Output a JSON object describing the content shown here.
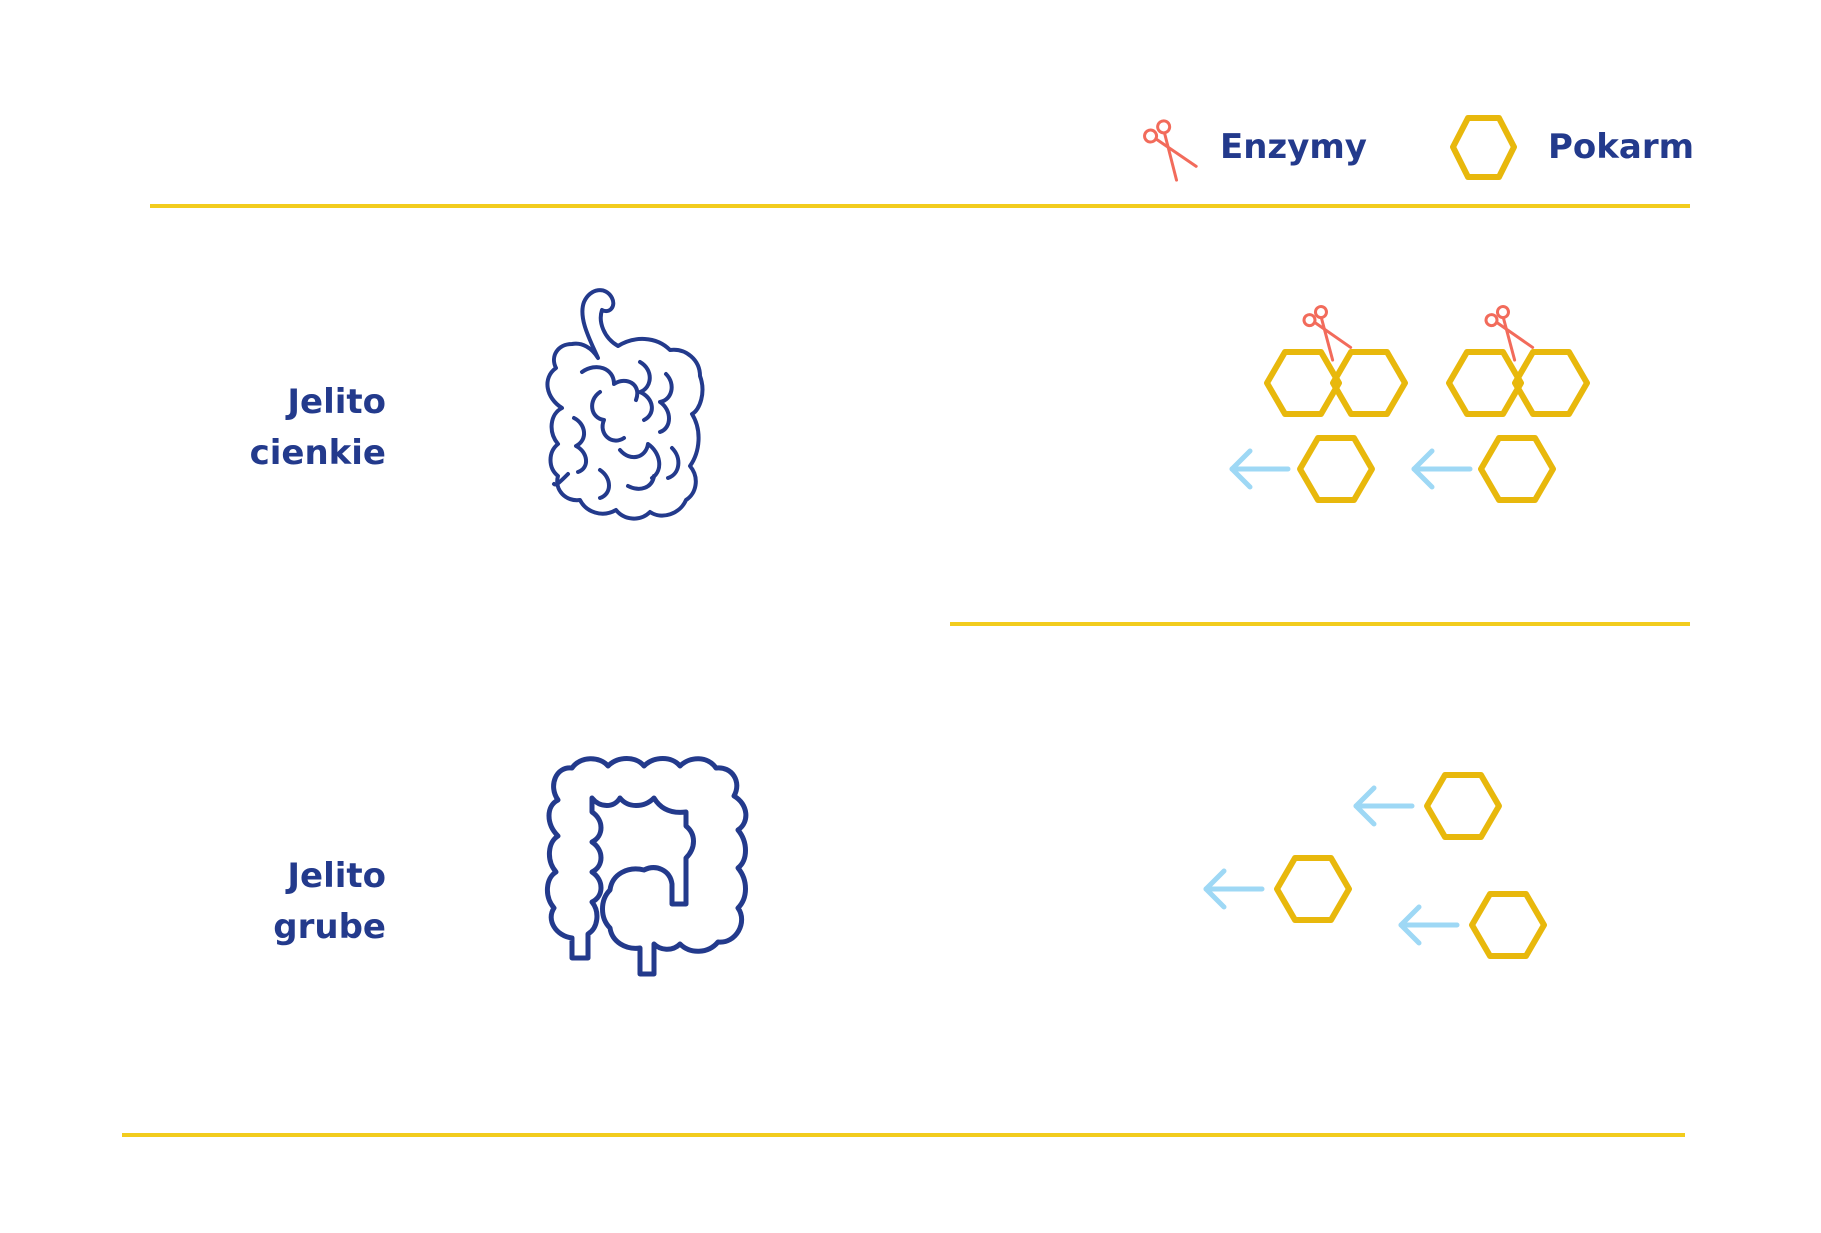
{
  "legend": {
    "enzymes_label": "Enzymy",
    "food_label": "Pokarm",
    "enzymes_icon": "scissors-icon",
    "food_icon": "hexagon-icon"
  },
  "rows": [
    {
      "label_line1": "Jelito",
      "label_line2": "cienkie",
      "organ_icon": "small-intestine-icon"
    },
    {
      "label_line1": "Jelito",
      "label_line2": "grube",
      "organ_icon": "large-intestine-icon"
    }
  ],
  "colors": {
    "text": "#233A8C",
    "rule": "#F2CC1D",
    "food": "#E8B80C",
    "enzyme": "#F26B5B",
    "arrow": "#9ED8F5",
    "organ": "#233A8C"
  }
}
